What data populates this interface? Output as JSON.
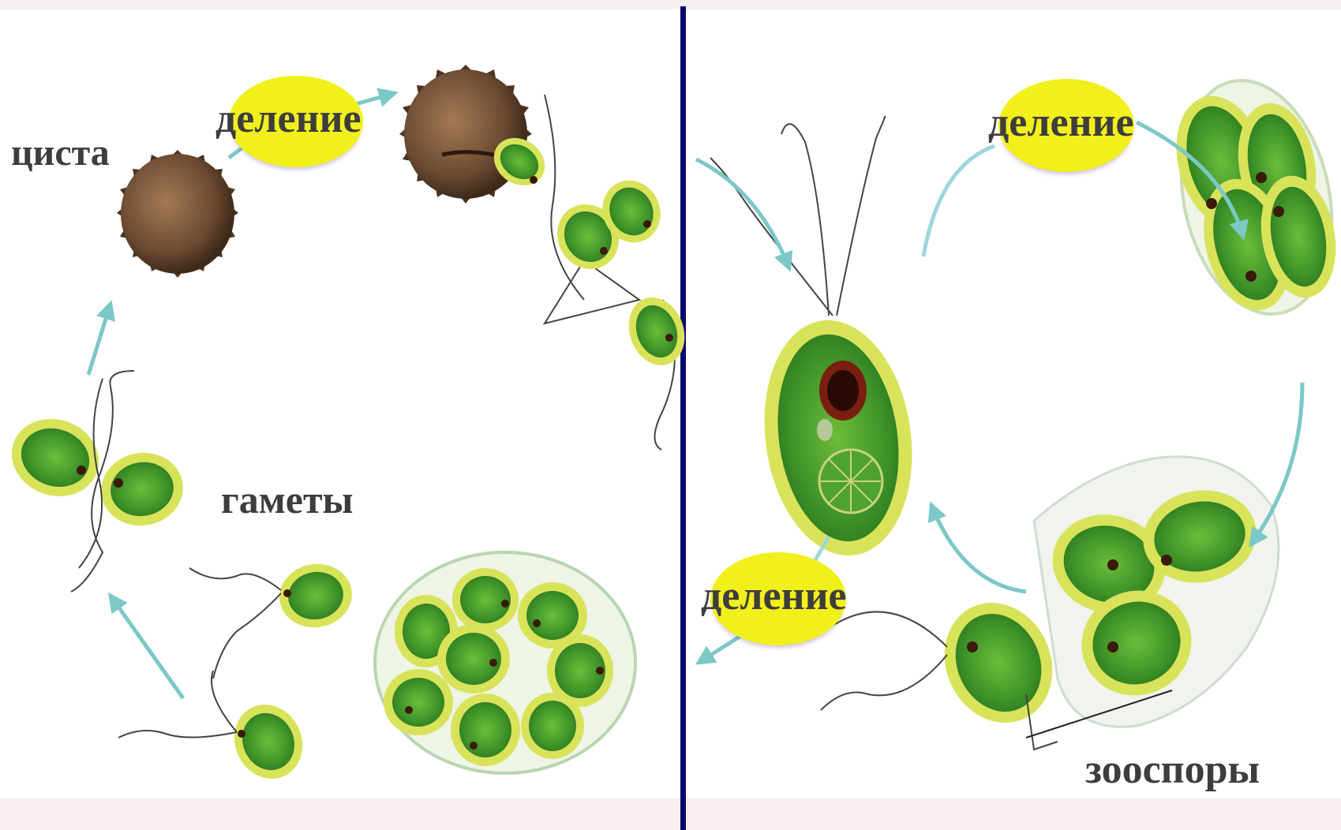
{
  "labels": {
    "cyst": "циста",
    "division_1": "деление",
    "gametes": "гаметы",
    "division_2": "деление",
    "division_3": "деление",
    "zoospores": "зооспоры"
  },
  "colors": {
    "background": "#f7efef",
    "panel": "#ffffff",
    "divider": "#0a0a6e",
    "label_bubble": "#f2f01a",
    "arrow": "#7cc8c8",
    "cell_green": "#3f9a2a",
    "cell_rim": "#d8e35a",
    "cyst_brown": "#6b4a32",
    "label_text": "#3d3d3d"
  }
}
